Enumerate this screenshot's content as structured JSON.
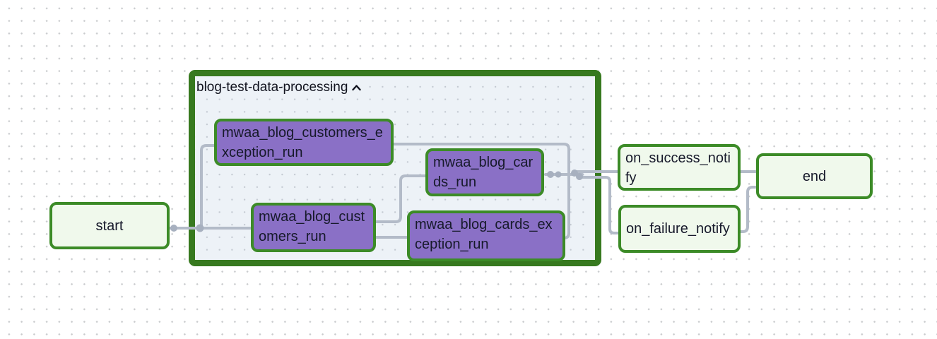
{
  "group": {
    "label": "blog-test-data-processing",
    "collapse_icon": "chevron-up",
    "border_color": "#37791f",
    "fill_color": "#edf2f7"
  },
  "nodes": {
    "start": {
      "label": "start",
      "style": "light-green"
    },
    "customers_exception_run": {
      "label": "mwaa_blog_customers_exception_run",
      "style": "purple",
      "group": "blog-test-data-processing"
    },
    "customers_run": {
      "label": "mwaa_blog_customers_run",
      "style": "purple",
      "group": "blog-test-data-processing"
    },
    "cards_run": {
      "label": "mwaa_blog_cards_run",
      "style": "purple",
      "group": "blog-test-data-processing"
    },
    "cards_exception_run": {
      "label": "mwaa_blog_cards_exception_run",
      "style": "purple",
      "group": "blog-test-data-processing"
    },
    "on_success_notify": {
      "label": "on_success_notify",
      "style": "light-green"
    },
    "on_failure_notify": {
      "label": "on_failure_notify",
      "style": "light-green"
    },
    "end": {
      "label": "end",
      "style": "light-green"
    }
  },
  "edges": [
    {
      "from": "start",
      "to": "mwaa_blog_customers_exception_run"
    },
    {
      "from": "start",
      "to": "mwaa_blog_customers_run"
    },
    {
      "from": "mwaa_blog_customers_run",
      "to": "mwaa_blog_cards_run"
    },
    {
      "from": "mwaa_blog_customers_run",
      "to": "mwaa_blog_cards_exception_run"
    },
    {
      "from": "mwaa_blog_customers_exception_run",
      "to": "notify-junction"
    },
    {
      "from": "mwaa_blog_cards_run",
      "to": "notify-junction"
    },
    {
      "from": "mwaa_blog_cards_exception_run",
      "to": "notify-junction"
    },
    {
      "from": "notify-junction",
      "to": "on_success_notify"
    },
    {
      "from": "notify-junction",
      "to": "on_failure_notify"
    },
    {
      "from": "on_success_notify",
      "to": "end"
    },
    {
      "from": "on_failure_notify",
      "to": "end"
    }
  ],
  "colors": {
    "node_border": "#3c8b27",
    "light_node_fill": "#f0f9ec",
    "purple_node_fill": "#8a70c6",
    "edge": "#b3bbc8",
    "junction_dot": "#a7b0bf",
    "background_dot": "#c9cbcd",
    "text": "#171a2b"
  }
}
